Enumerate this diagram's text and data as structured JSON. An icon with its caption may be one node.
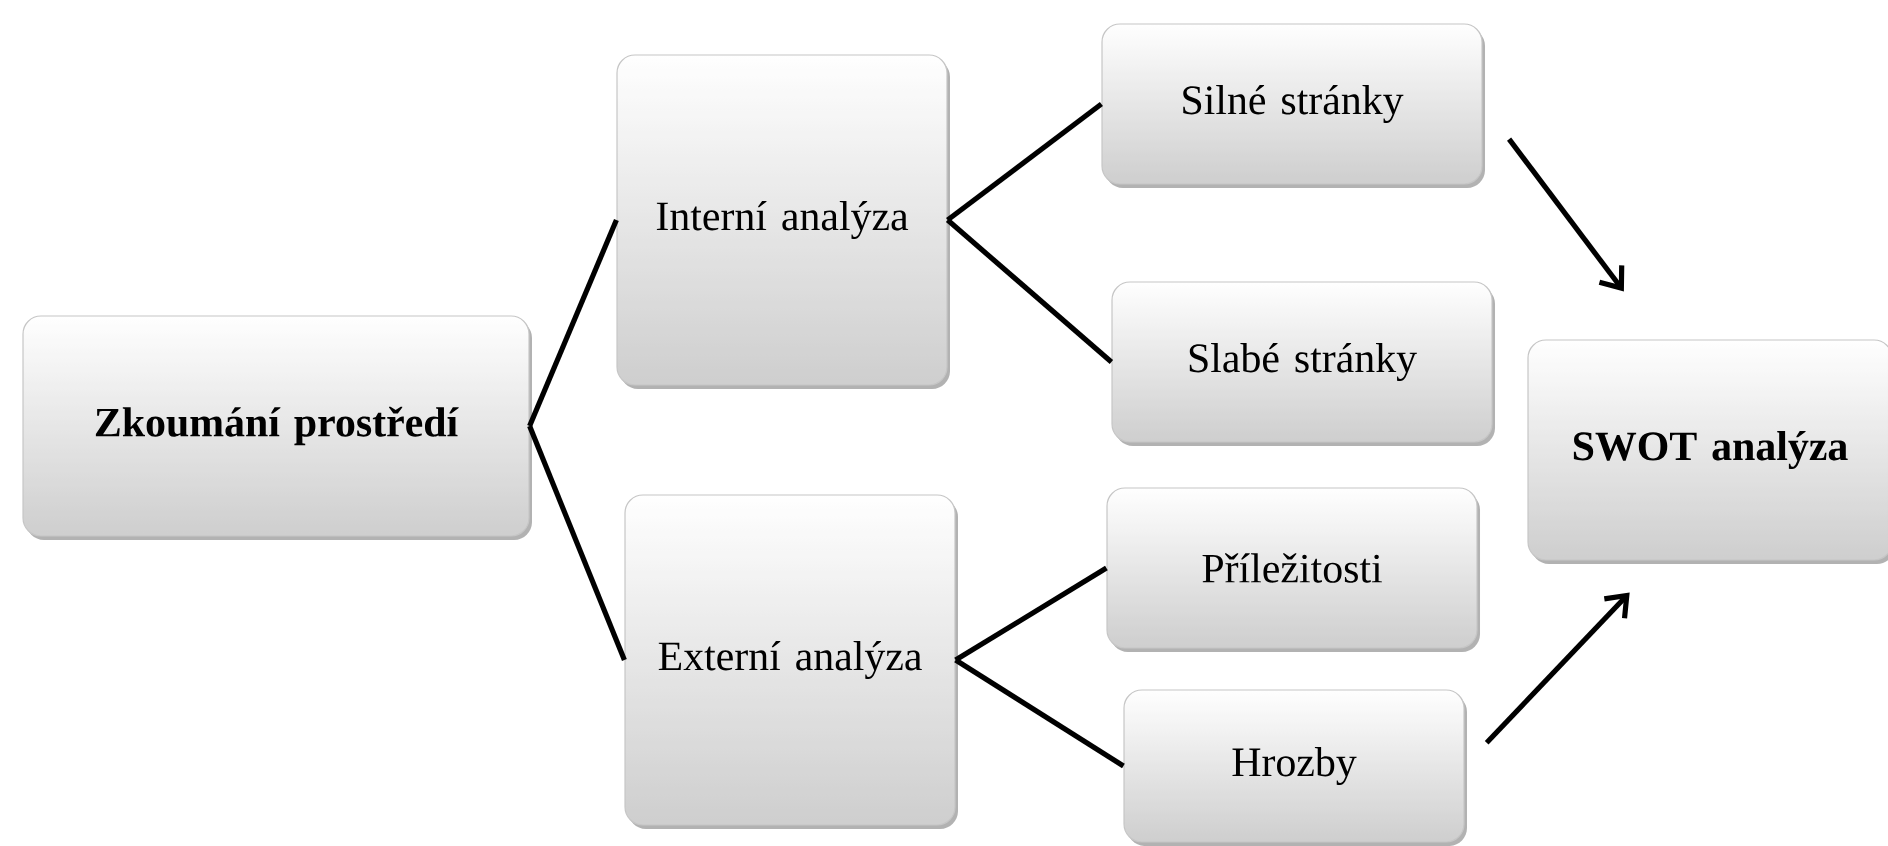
{
  "diagram": {
    "nodes": [
      {
        "text": [
          "Zkoumání prostředí"
        ]
      },
      {
        "text": [
          "Interní analýza"
        ]
      },
      {
        "text": [
          "Externí analýza"
        ]
      },
      {
        "text": [
          "Silné stránky"
        ]
      },
      {
        "text": [
          "Slabé stránky"
        ]
      },
      {
        "text": [
          "Příležitosti"
        ]
      },
      {
        "text": [
          "Hrozby"
        ]
      },
      {
        "text": [
          "SWOT analýza"
        ]
      }
    ],
    "edges": [
      {
        "from": 0,
        "to": 1,
        "arrow": "none"
      },
      {
        "from": 0,
        "to": 2,
        "arrow": "none"
      },
      {
        "from": 1,
        "to": 3,
        "arrow": "none"
      },
      {
        "from": 1,
        "to": 4,
        "arrow": "none"
      },
      {
        "from": 2,
        "to": 5,
        "arrow": "none"
      },
      {
        "from": 2,
        "to": 6,
        "arrow": "none"
      },
      {
        "from": 3,
        "to": 7,
        "arrow": "to"
      },
      {
        "from": 6,
        "to": 7,
        "arrow": "to"
      }
    ]
  }
}
